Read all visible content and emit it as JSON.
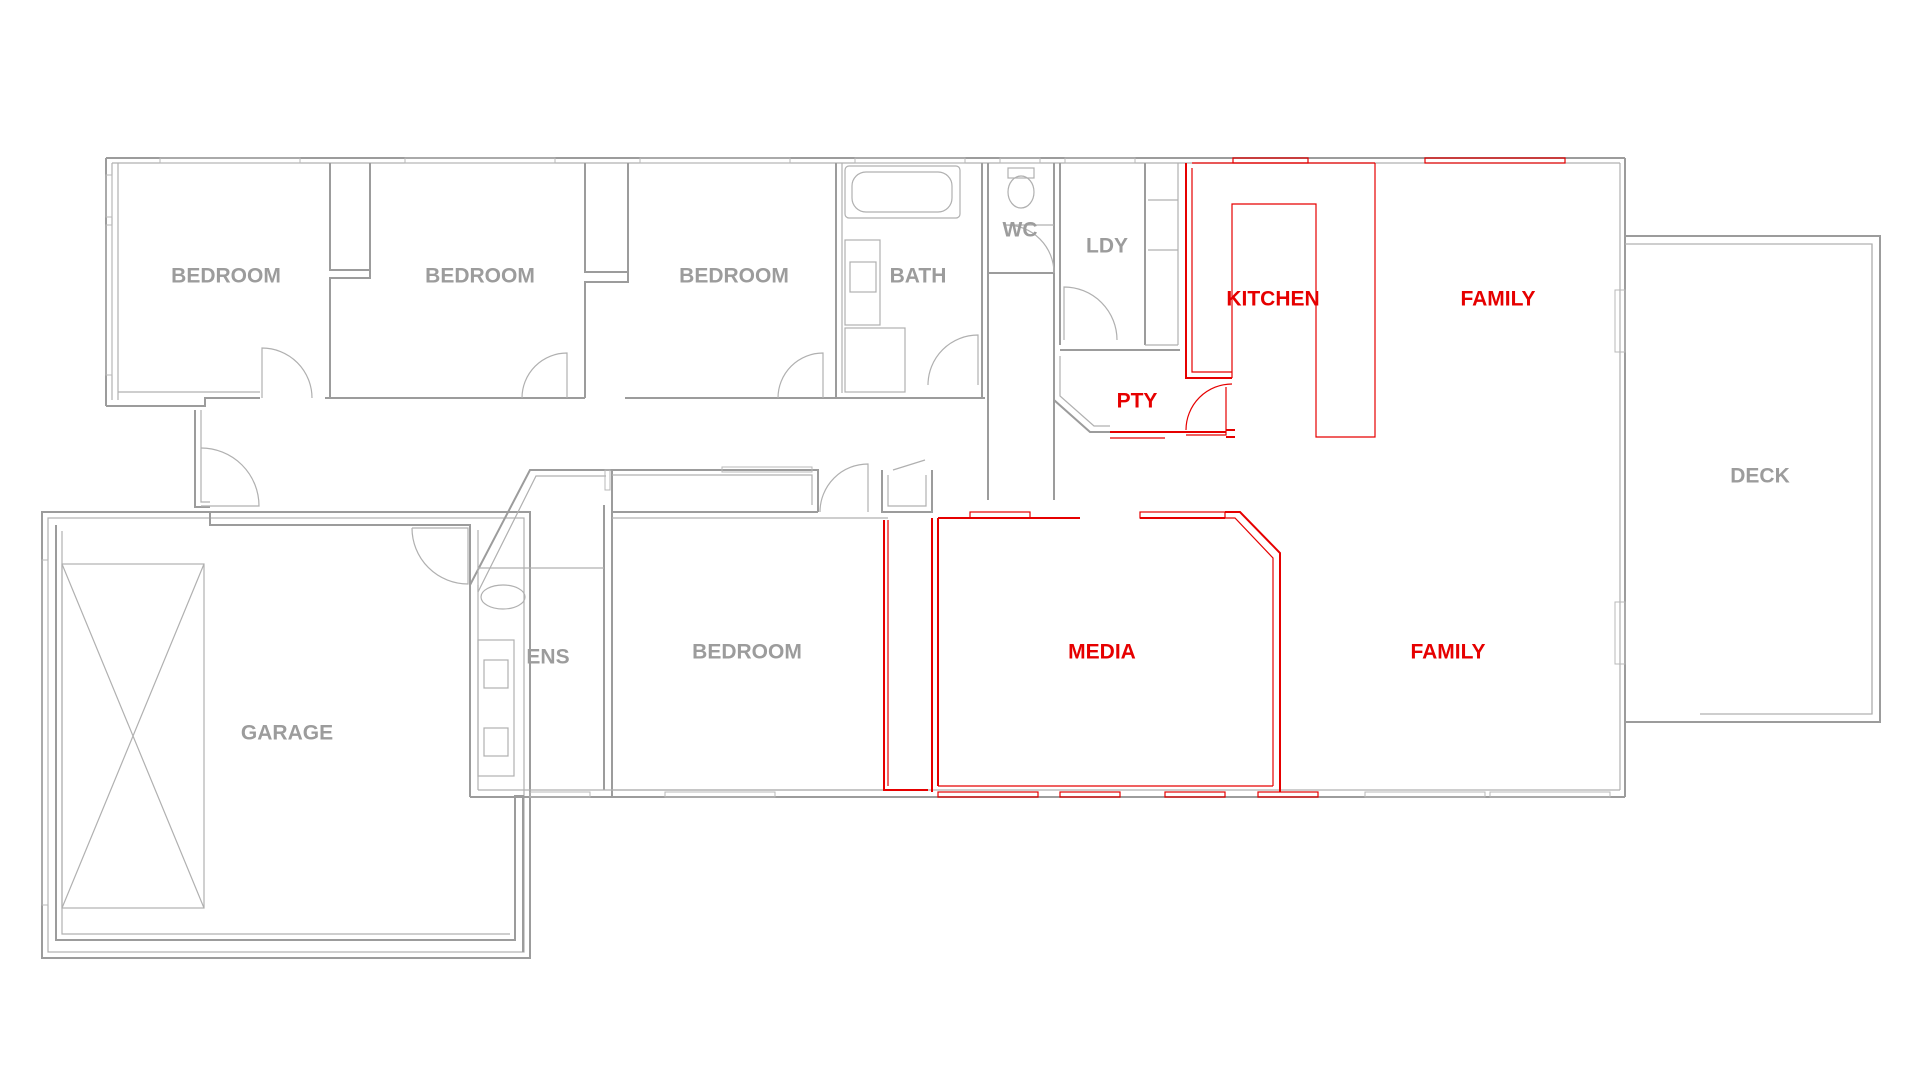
{
  "colors": {
    "existing": "#9c9c9c",
    "highlight": "#e60000"
  },
  "rooms": [
    {
      "id": "bedroom-1",
      "label": "BEDROOM",
      "highlight": false
    },
    {
      "id": "bedroom-2",
      "label": "BEDROOM",
      "highlight": false
    },
    {
      "id": "bedroom-3",
      "label": "BEDROOM",
      "highlight": false
    },
    {
      "id": "bath",
      "label": "BATH",
      "highlight": false
    },
    {
      "id": "wc",
      "label": "WC",
      "highlight": false
    },
    {
      "id": "ldy",
      "label": "LDY",
      "highlight": false
    },
    {
      "id": "kitchen",
      "label": "KITCHEN",
      "highlight": true
    },
    {
      "id": "family-upper",
      "label": "FAMILY",
      "highlight": true
    },
    {
      "id": "pty",
      "label": "PTY",
      "highlight": true
    },
    {
      "id": "deck",
      "label": "DECK",
      "highlight": false
    },
    {
      "id": "ens",
      "label": "ENS",
      "highlight": false
    },
    {
      "id": "bedroom-4",
      "label": "BEDROOM",
      "highlight": false
    },
    {
      "id": "media",
      "label": "MEDIA",
      "highlight": true
    },
    {
      "id": "family-lower",
      "label": "FAMILY",
      "highlight": true
    },
    {
      "id": "garage",
      "label": "GARAGE",
      "highlight": false
    }
  ]
}
